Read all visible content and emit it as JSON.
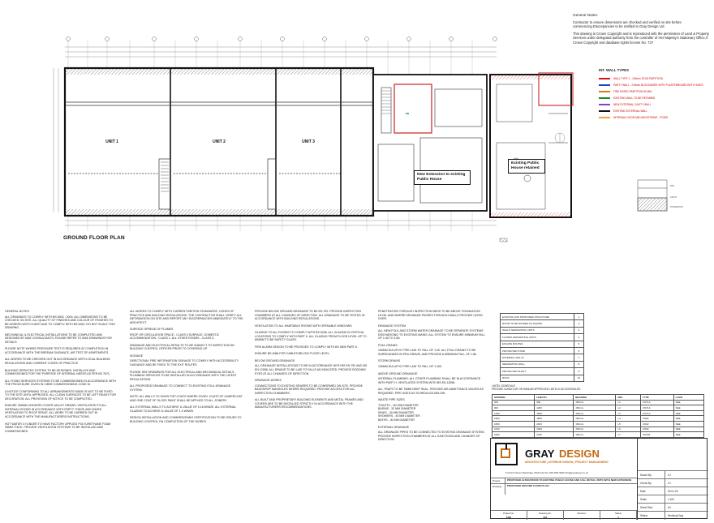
{
  "general_notes": {
    "heading": "General Notes:",
    "para1": "Contractor to ensure dimensions are checked and verified on site before commencing.Discrepancies to be notified to Gray Design Ltd.",
    "para2": "This drawing is Crown Copyright and is reproduced with the permission of Land & Property Services under delegated authority from the controller of Her Majesty's Stationary Office,© Crown Copyright and database rights license No. 737"
  },
  "plan": {
    "title": "GROUND FLOOR PLAN",
    "units": [
      "UNIT 1",
      "UNIT 2",
      "UNIT 3"
    ],
    "callout_existing": "Existing Public House retained",
    "callout_extension": "New Extension to existing Public House"
  },
  "wall_types": {
    "heading": "INT. WALL TYPES",
    "items": [
      {
        "color": "#d11",
        "text": "WALL TYPE 1 - 100mm STUD PARTITION"
      },
      {
        "color": "#1546c8",
        "text": "PARTY WALL - 215mm BLOCKWORK WITH PLASTERBOARD BOTH SIDES"
      },
      {
        "color": "#e07a10",
        "text": "FIRE RATED PARTITION 60 MIN"
      },
      {
        "color": "#1a8a2a",
        "text": "EXISTING WALL TO BE RETAINED"
      },
      {
        "color": "#8a3fc0",
        "text": "NEW EXTERNAL CAVITY WALL"
      },
      {
        "color": "#111",
        "text": "EXISTING EXTERNAL WALL"
      },
      {
        "color": "#f0a23b",
        "text": "INTERNAL DOOR AND ARCHITRAVE - FD30S"
      }
    ]
  },
  "cols": {
    "c1": {
      "h1": "GENERAL NOTES",
      "p1": "ALL DRAWINGS TO COMPLY WITH BS 8300 : 2009. ALL DIMENSIONS TO BE CHECKED ON SITE. ALL QUALITY OF FINISHES AND COLOUR OF FINISHES TO BE AGREED WITH CLIENT AND TO COMPLY WITH BS 5262. DO NOT SCALE THIS DRAWING.",
      "p2": "MECHANICAL & ELECTRICAL INSTALLATIONS TO BE COMPLETED AND DESIGNED BY M&E CONSULTANTS. PLEASE REFER TO M&E DRAWINGS FOR DETAILS.",
      "p3": "PLEASE NOTE WHERE PRESSURE TEST IS REQUIRED AT COMPLETION IN ACCORDANCE WITH THE BREEAM GUIDANCE, AIR TEST OF APARTMENTS.",
      "p4": "ALL WORKS TO BE CHECKED OUT IN ACCORDANCE WITH LOCAL BUILDING REGULATIONS AND CURRENT CODES OF PRACTICE.",
      "p5": "BUILDING SERVICES SYSTEM TO BE DESIGNED, INSTALLED AND COMMISSIONED FOR THE PURPOSE OF INTERNAL NEEDS AS PER BS 7671.",
      "p6": "ALL FIXING SERVICES SYSTEMS TO BE COMMISSIONED IN ACCORDANCE WITH THE PROCEDURE GIVEN IN CIBSE COMMISSIONING CODE M.",
      "p7": "A NOTICE CONFORMING TO ALL ARRANGEMENTS MADE IS NOT TO BE FIXED TO THE SITE UNTIL APPROVED. ALL CLEAN SURFACES TO BE LEFT READY FOR DECORATION. ALL PROVISION OF NOTICE TO BE COMPLETED.",
      "p8": "ENSURE 300MM LEDGERS COVER VALLEY DRAINS. VENTILATION TO ALL INTERNAL ROOMS IN ACCORDANCE WITH PART F. RIDGE AND EAVES VENTILATION TO ROOF SPACE. ALL WORK TO BE CARRIED OUT IN ACCORDANCE WITH THE MANUFACTURERS INSTRUCTIONS.",
      "p9": "HOT WATER CYLINDER TO HAVE FACTORY APPLIED POLYURETHANE FOAM 35MM THICK. PROVIDE VENTILATION SYSTEMS TO BE INSTALLED AND COMMISSIONED."
    },
    "c2": {
      "p1": "ALL WORKS TO COMPLY WITH CURRENT BRITISH STANDARDS, CODES OF PRACTICE AND BUILDING REGULATIONS. THE CONTRACTOR SHALL VERIFY ALL INFORMATION ON SITE AND REPORT ANY DISCREPANCIES IMMEDIATELY TO THE ARCHITECT.",
      "h2": "SURFACE SPREAD OF FLAMES",
      "p2": "ROOF OR CIRCULATION SPACE - CLASS 0 SURFACE. DOMESTIC ACCOMMODATION - CLASS 1. ALL OTHER ROOMS - CLASS 3.",
      "p3": "DRAINAGE AND ELECTRICAL RESULTS TO BE SUBJECT TO INSPECTION BY BUILDING CONTROL OFFICER PRIOR TO COVERING UP.",
      "h4": "SIGNAGE",
      "p4": "DIRECTIONAL FIRE INFORMATION SIGNAGE TO COMPLY WITH ACCESSIBILITY GUIDANCE AND BE FIXED TO THE EXIT ROUTES.",
      "p5": "PLEASE SEE DRAWINGS FOR ALL ELECTRICAL AND MECHANICAL DETAILS. PLUMBING SERVICES TO BE INSTALLED IN ACCORDANCE WITH THE LATEST REGULATIONS.",
      "p6": "ALL PROPOSED DRAINAGE TO CONNECT TO EXISTING FOUL DRAINAGE SYSTEM.",
      "p7": "NOTE: ALL WALLS TO SHOW TOP COATS WHERE GIVEN. COATS OF UNDERCOAT AND ONE COAT OF GLOSS PAINT SHALL BE APPLIED TO ALL JOINERY.",
      "p8": "ALL EXTERNAL WALLS TO ACHIEVE U-VALUE OF 0.18 W/M2K. ALL EXTERNAL GLAZING TO ACHIEVE U-VALUE OF 1.4 W/M2K.",
      "p9": "DESIGN INSTALLATION AND COMMISSIONING CERTIFICATION TO BE ISSUED TO BUILDING CONTROL ON COMPLETION OF THE WORKS."
    },
    "c3": {
      "p1": "PROVIDE BELOW GROUND DRAINAGE TO BS EN 752. PROVIDE INSPECTION CHAMBERS AT ALL CHANGES OF DIRECTION. ALL DRAINAGE TO BE TESTED IN ACCORDANCE WITH BUILDING REGULATIONS.",
      "p2": "VENTILATION TO ALL HABITABLE ROOMS WITH OPENABLE WINDOWS.",
      "p3": "GLAZING TO ALL ROOMS TO COMPLY WITH BS 6206. ALL GLAZING IN CRITICAL LOCATIONS TO COMPLY WITH PART K. ALL GLAZING FROM FLOOR LEVEL UP TO 800MM TO BE SAFETY GLASS.",
      "p4": "FIRE ALARM DESIGN TO BE PROVIDED TO COMPLY WITH BS 5839 PART 6.",
      "p5": "ENSURE BS 4066 FOR CABLES BELOW FLOOR LEVEL.",
      "h6": "BELOW GROUND DRAINAGE",
      "p6": "ALL DRAINAGE INSTALLATIONS TO BE IN ACCORDANCE WITH BS EN 752 AND BS EN 12056. ALL DRAINS TO BE LAID TO FALLS AS INDICATED. PROVIDE RODDING EYES AT ALL CHANGES OF DIRECTION.",
      "h7": "DRAINAGE WORKS",
      "p7": "CONNECTIONS TO EXISTING SEWERS TO BE CONFIRMED ON SITE. PROVIDE BACKDROP MANHOLES WHERE REQUIRED. PROVIDE ACCESS FOR ALL INSPECTION CHAMBERS.",
      "p8": "ALL BUILT AND PROPRIETARY BUILDING ELEMENTS AND METAL FRAMES AND COVERS ARE TO BE INSTALLED STRICTLY IN ACCORDANCE WITH THE MANUFACTURERS RECOMMENDATIONS."
    },
    "c4": {
      "p1": "PENETRATION THROUGH INSPECTION BEDS TO BE ABOVE FOUNDATION LEVEL AND WHERE DRAINAGE PASSES THROUGH WALLS PROVIDE LINTEL OVER.",
      "h2": "DRAINAGE SYSTEM",
      "p2": "ALL NEW FOUL AND STORM WATER DRAINAGE TO BE SEPARATE SYSTEMS DISCHARGING TO EXISTING MAINS. ALL SYSTEM TO ENSURE MINIMUM FALL OF 1:40 TO 1:80.",
      "h3": "FOUL DRAINS",
      "p3": "100MM DIA UPVC PIPE LAID TO FALL OF 1:40. ALL FOUL DRAINS TO BE SURROUNDED IN PEA GRAVEL AND PROVIDE A MINIMUM FALL OF 1:80.",
      "h4": "STORM DRAINS",
      "p4": "100MM DIA UPVC PIPE LAID TO FALL OF 1:100.",
      "h5": "ABOVE GROUND DRAINAGE",
      "p5": "INTERNAL PLUMBING: ALL OTHER PLUMBING SHALL BE IN ACCORDANCE WITH PART H. VENTILATED SYSTEM WITH BS EN 12056.",
      "p6": "ALL TRAPS TO BE 75MM DEEP SEAL. PROVIDE AIR ADMITTANCE VALVES AS REQUIRED. PIPE SIZES AS SCHEDULED BELOW.",
      "h7": "WASTE PIPE SIZES",
      "waste": [
        "TOILETS - 110 MM DIAMETER",
        "BASINS - 32 MM DIAMETER",
        "SINKS - 40 MM DIAMETER",
        "SHOWERS - 40 MM DIAMETER",
        "BATHS - 40 MM DIAMETER"
      ],
      "h8": "EXTERNAL DRAINAGE",
      "p8": "ALL DRAINAGE PIPES TO BE CONNECTED TO EXISTING DRAINAGE SYSTEM. PROVIDE INSPECTION CHAMBERS AT ALL JUNCTIONS AND CHANGES OF DIRECTION."
    }
  },
  "fire_table": {
    "rows": [
      [
        "EXISTING AND PROPOSED STRUCTURE",
        "1"
      ],
      [
        "ROOM TO BE DIVIDED AS SHOWN",
        "2"
      ],
      [
        "WALLS SEPARATING UNITS",
        "3"
      ],
      [
        "FLOORS SEPARATING UNITS",
        "4"
      ],
      [
        "ESCAPE ROUTES",
        "5"
      ],
      [
        "PROTECTED STAIR",
        "6"
      ],
      [
        "EXTERNAL WALLS",
        "7"
      ],
      [
        "SEPARATING WALL",
        "8"
      ],
      [
        "PROTECTED SHAFT",
        "9"
      ],
      [
        "ROOF",
        "10"
      ]
    ]
  },
  "lintel_schedule": {
    "heading": "LINTEL SCHEDULE",
    "note": "PROVIDE IG/NAYLOR OR SIMILAR APPROVED LINTELS AS SCHEDULED",
    "cols": [
      "OPENING",
      "LENGTH",
      "BEARING",
      "REF",
      "TYPE",
      "LOAD"
    ],
    "rows": [
      [
        "600",
        "900",
        "150mm",
        "L1",
        "CN71A",
        "SEE"
      ],
      [
        "900",
        "1200",
        "150mm",
        "L2",
        "CN71A",
        "SEE"
      ],
      [
        "1200",
        "1500",
        "150mm",
        "L3",
        "CN71A",
        "SEE"
      ],
      [
        "1500",
        "1800",
        "150mm",
        "L4",
        "CN92",
        "SEE"
      ],
      [
        "1800",
        "2100",
        "150mm",
        "L5",
        "CN92",
        "SEE"
      ],
      [
        "2100",
        "2400",
        "150mm",
        "L6",
        "CN92",
        "SEE"
      ],
      [
        "2400",
        "2700",
        "150mm",
        "L7",
        "CN102",
        "SEE"
      ]
    ]
  },
  "title_block": {
    "brand": "GRAY DESIGN",
    "tagline": "ARCHITECTURE | INTERIOR DESIGN | PROJECT MANAGEMENT",
    "address": "5 Church Street, Banbridge, BT32 4AA  Tel: 028 4062 9900  info@graydesign.co.uk",
    "project_label": "Project",
    "project_value": "PROPOSED ALTERATIONS TO EXISTING PUBLIC HOUSE AND 3 No. RETAIL UNITS WITH NEW EXTENSION",
    "drawing_label": "Drawing",
    "drawing_value": "PROPOSED GROUND FLOOR PLAN",
    "footer": [
      {
        "label": "Project No.",
        "value": "0120"
      },
      {
        "label": "Drawing No.",
        "value": "201"
      },
      {
        "label": "Revision",
        "value": "-"
      },
      {
        "label": "Status",
        "value": "1"
      }
    ],
    "right": [
      {
        "k": "Drawn By",
        "v": "CJ"
      },
      {
        "k": "Check By",
        "v": "CJ"
      },
      {
        "k": "Date",
        "v": "04.01.23"
      },
      {
        "k": "Scale",
        "v": "1:100"
      },
      {
        "k": "Sheet Size",
        "v": "A1"
      },
      {
        "k": "Status",
        "v": "Working Dwg"
      }
    ]
  }
}
